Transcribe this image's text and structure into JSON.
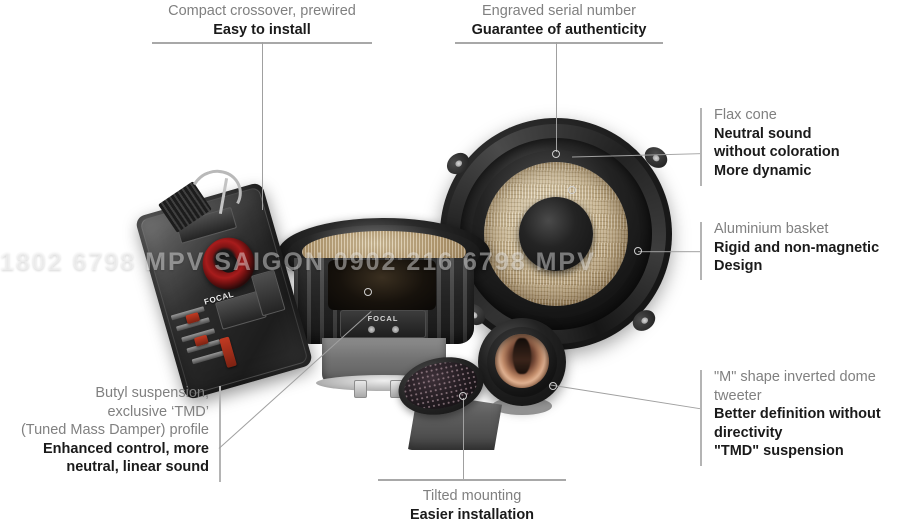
{
  "page": {
    "kind": "product-infographic",
    "product": "Focal 2-way component speaker kit",
    "background_color": "#ffffff",
    "title_color": "#808080",
    "body_color": "#1a1a1a",
    "rule_color": "#a8a8a8"
  },
  "watermark": {
    "text": "1802 6798    MPV SAIGON 0902 216 6798    MPV"
  },
  "callouts": [
    {
      "id": "crossover",
      "title": "Compact crossover, prewired",
      "body": "Easy to install",
      "align": "center",
      "position": "top-left"
    },
    {
      "id": "serial",
      "title": "Engraved serial number",
      "body": "Guarantee of authenticity",
      "align": "center",
      "position": "top-center"
    },
    {
      "id": "cone",
      "title": "Flax cone",
      "body": "Neutral sound\nwithout coloration\nMore dynamic",
      "align": "left",
      "position": "right-top"
    },
    {
      "id": "basket",
      "title": "Aluminium basket",
      "body": "Rigid and non-magnetic\nDesign",
      "align": "left",
      "position": "right-middle"
    },
    {
      "id": "tweeter",
      "title": "\"M\" shape inverted dome\ntweeter",
      "body": "Better definition without\ndirectivity\n\"TMD\" suspension",
      "align": "left",
      "position": "right-bottom"
    },
    {
      "id": "suspension",
      "title": "Butyl suspension,\nexclusive ‘TMD’\n(Tuned Mass Damper) profile",
      "body": "Enhanced control, more\nneutral, linear sound",
      "align": "right",
      "position": "bottom-left"
    },
    {
      "id": "mounting",
      "title": "Tilted mounting",
      "body": "Easier installation",
      "align": "center",
      "position": "bottom-center"
    }
  ],
  "product_labels": {
    "woofer_terminal_brand": "FOCAL",
    "crossover_brand": "FOCAL"
  }
}
